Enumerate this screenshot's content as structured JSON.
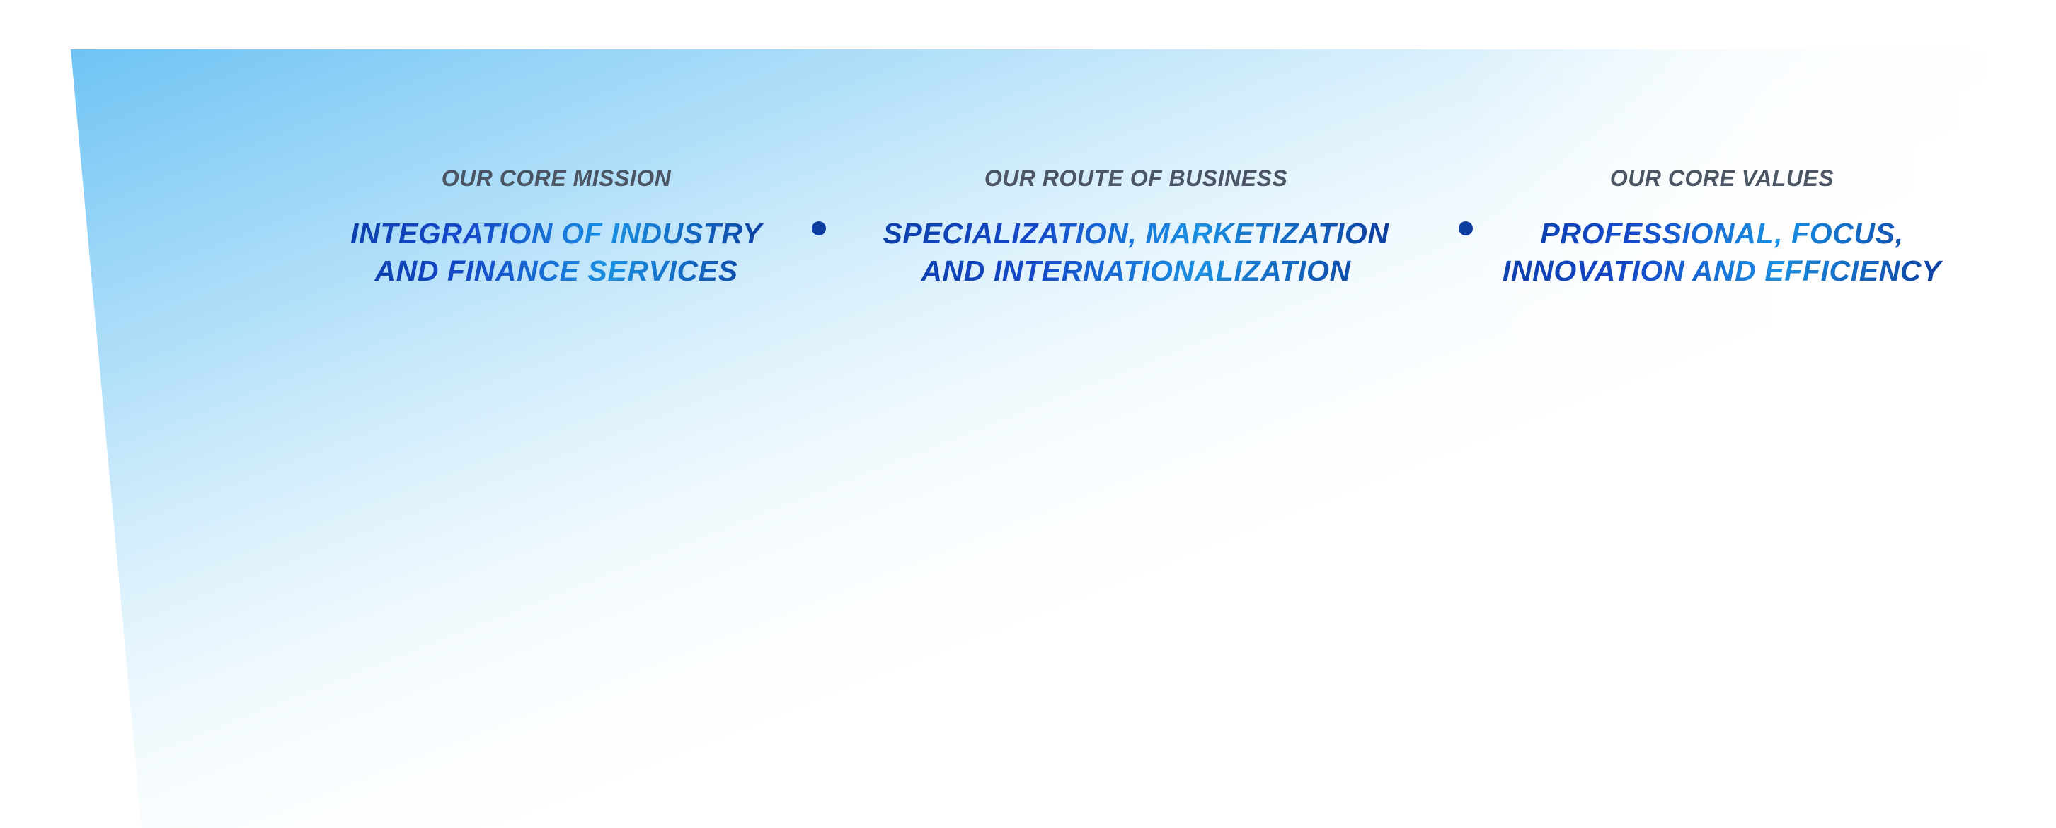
{
  "colors": {
    "heading": "#4b5563",
    "statement_dark_blue": "#0b3fa8",
    "statement_light_blue": "#1a8fe0",
    "separator_dot": "#0f3ea3",
    "backdrop_blue": "#6ec3f4"
  },
  "pillars": [
    {
      "heading": "OUR CORE MISSION",
      "statement_line_1": "INTEGRATION OF INDUSTRY",
      "statement_line_2": "AND FINANCE SERVICES"
    },
    {
      "heading": "OUR ROUTE OF BUSINESS",
      "statement_line_1": "SPECIALIZATION, MARKETIZATION",
      "statement_line_2": "AND INTERNATIONALIZATION"
    },
    {
      "heading": "OUR CORE VALUES",
      "statement_line_1": "PROFESSIONAL, FOCUS,",
      "statement_line_2": "INNOVATION AND EFFICIENCY"
    }
  ]
}
